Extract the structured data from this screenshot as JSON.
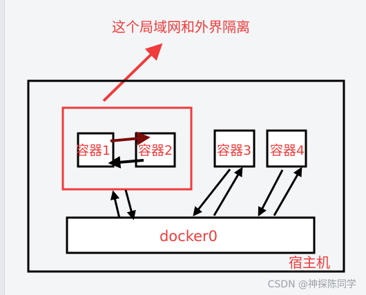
{
  "diagram": {
    "annotation": "这个局域网和外界隔离",
    "containers": [
      "容器1",
      "容器2",
      "容器3",
      "容器4"
    ],
    "bridge": "docker0",
    "host_label": "宿主机",
    "watermark": "CSDN @神探陈同学"
  },
  "colors": {
    "accent": "#ef3b3b",
    "stroke": "#000000",
    "darkred": "#7a0b0b",
    "background": "#f4f5f7"
  }
}
